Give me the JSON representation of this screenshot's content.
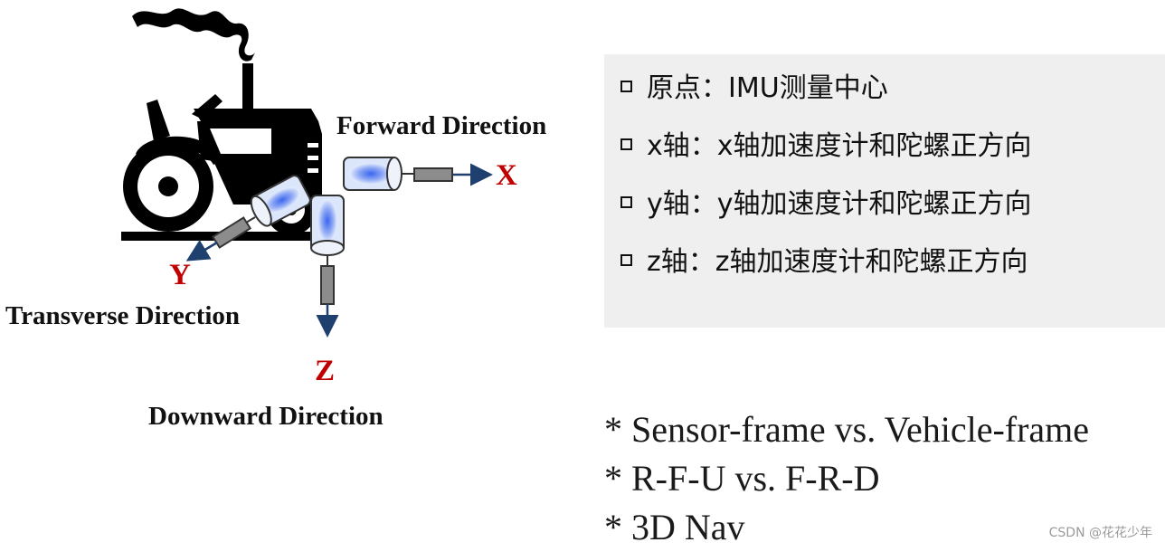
{
  "diagram": {
    "labels": {
      "forward": "Forward Direction",
      "transverse": "Transverse Direction",
      "downward": "Downward Direction",
      "x_axis": "X",
      "y_axis": "Y",
      "z_axis": "Z"
    },
    "colors": {
      "axis_label": "#c00000",
      "arrow": "#1f3f6f",
      "sensor_body": "#c8d8f8",
      "sensor_glow": "#3a66f0",
      "connector": "#8c8c8c",
      "tractor": "#000000"
    }
  },
  "panel": {
    "items": [
      "原点：IMU测量中心",
      "x轴：x轴加速度计和陀螺正方向",
      "y轴：y轴加速度计和陀螺正方向",
      "z轴：z轴加速度计和陀螺正方向"
    ],
    "bullet_icon": "checkbox-icon",
    "background": "#efefef"
  },
  "notes": [
    "* Sensor-frame vs. Vehicle-frame",
    "* R-F-U vs. F-R-D",
    "* 3D Nav"
  ],
  "watermark": "CSDN @花花少年"
}
